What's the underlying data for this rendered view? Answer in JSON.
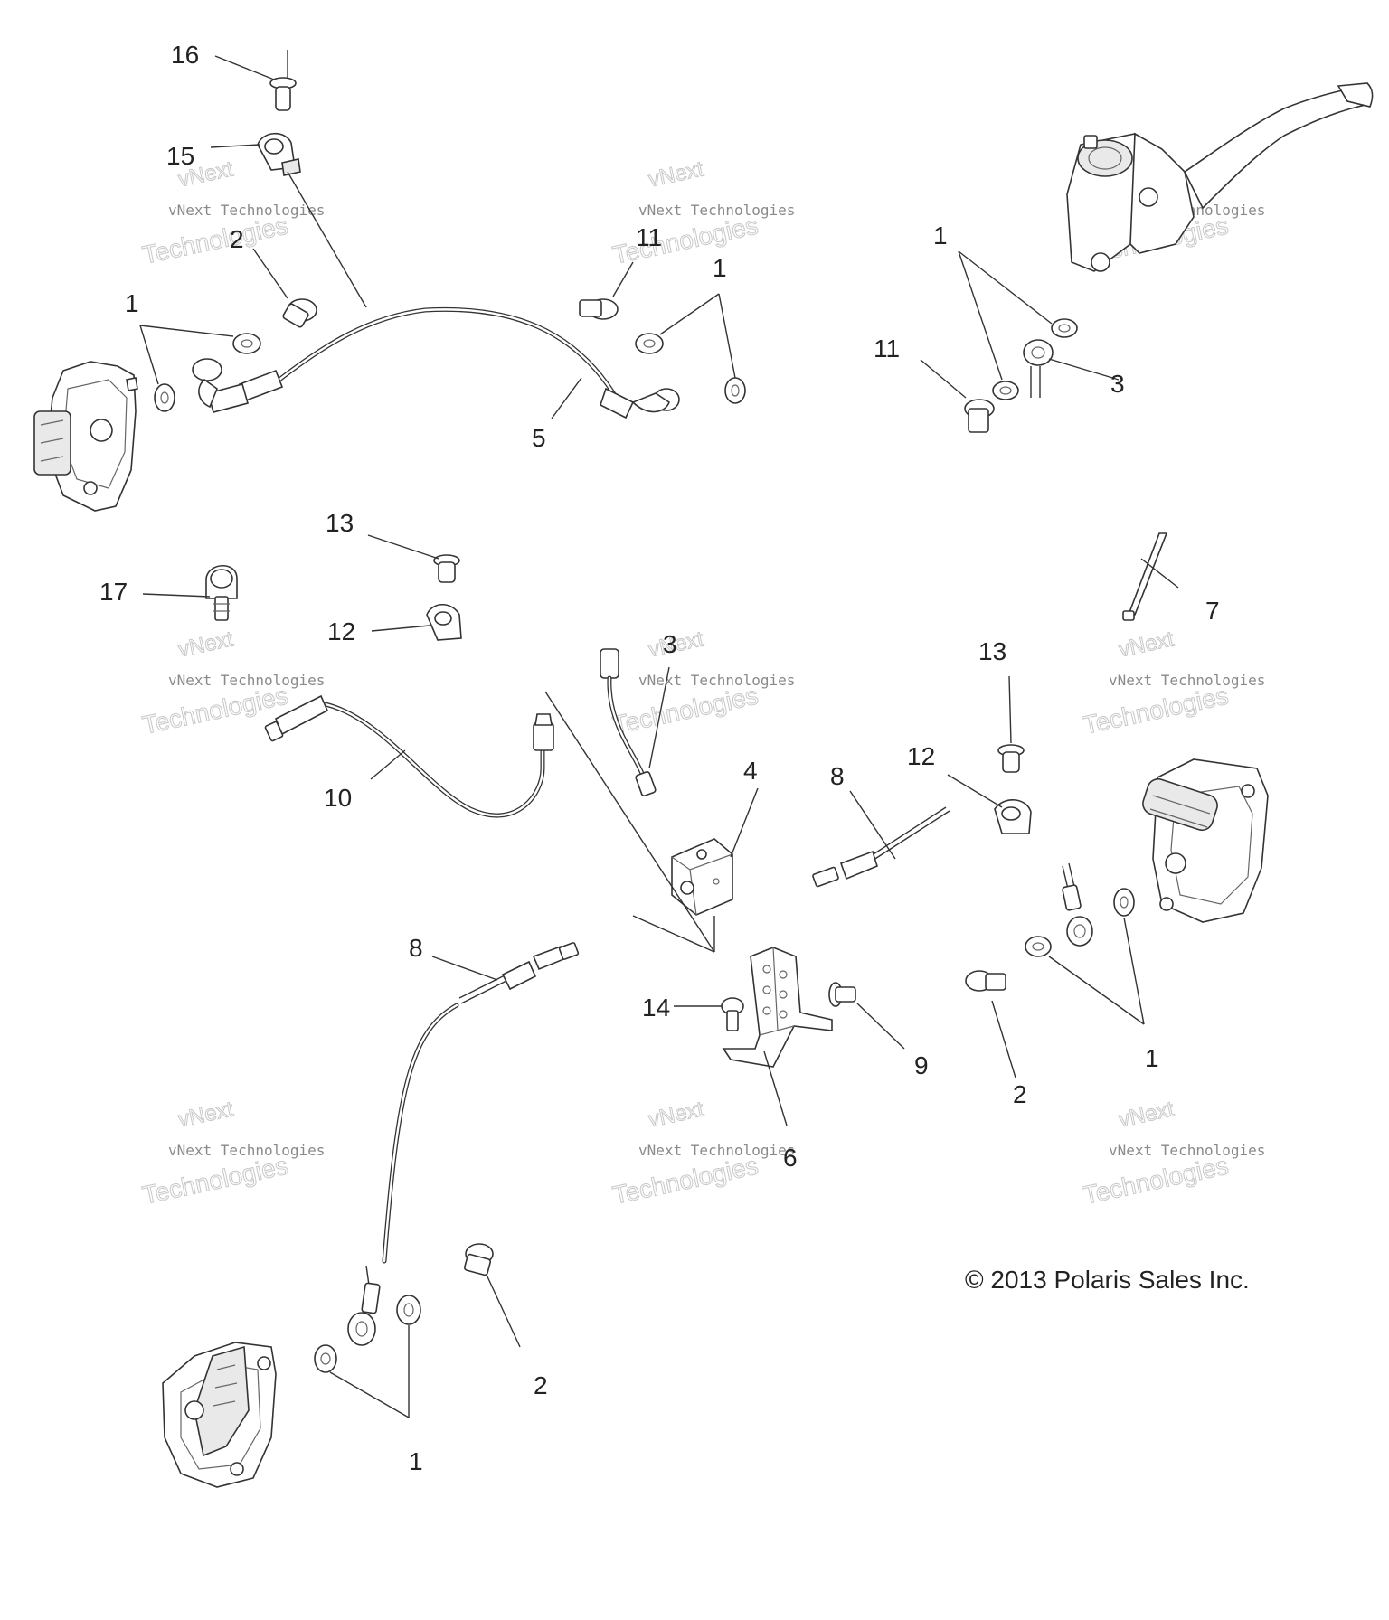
{
  "labels": {
    "l16": "16",
    "l15": "15",
    "l2a": "2",
    "l1a": "1",
    "l11a": "11",
    "l1b": "1",
    "l5": "5",
    "l1c": "1",
    "l11b": "11",
    "l3a": "3",
    "l13a": "13",
    "l17": "17",
    "l12a": "12",
    "l3b": "3",
    "l10": "10",
    "l4": "4",
    "l7": "7",
    "l13b": "13",
    "l12b": "12",
    "l8a": "8",
    "l8b": "8",
    "l14": "14",
    "l6": "6",
    "l9": "9",
    "l2b": "2",
    "l1d": "1",
    "l2c": "2",
    "l1e": "1"
  },
  "copyright": "© 2013 Polaris Sales Inc.",
  "watermark": {
    "top": "vNext",
    "mid": "vNext Technologies",
    "bottom": "Technologies"
  }
}
